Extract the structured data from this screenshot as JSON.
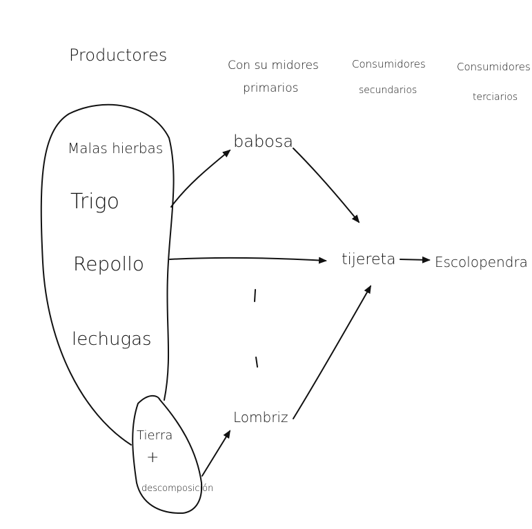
{
  "headers": {
    "productores": "Productores",
    "primarios_1": "Con su midores",
    "primarios_2": "primarios",
    "secundarios_1": "Consumidores",
    "secundarios_2": "secundarios",
    "terciarios_1": "Consumidores",
    "terciarios_2": "terciarios"
  },
  "producers": [
    "Malas hierbas",
    "Trigo",
    "Repollo",
    "lechugas"
  ],
  "soil": {
    "line1": "Tierra",
    "line2": "+",
    "line3": "descomposición"
  },
  "nodes": {
    "babosa": "babosa",
    "lombriz": "Lombriz",
    "tijereta": "tijereta",
    "escolopendra": "Escolopendra"
  },
  "colors": {
    "ink": "#111111",
    "paper": "#ffffff"
  }
}
